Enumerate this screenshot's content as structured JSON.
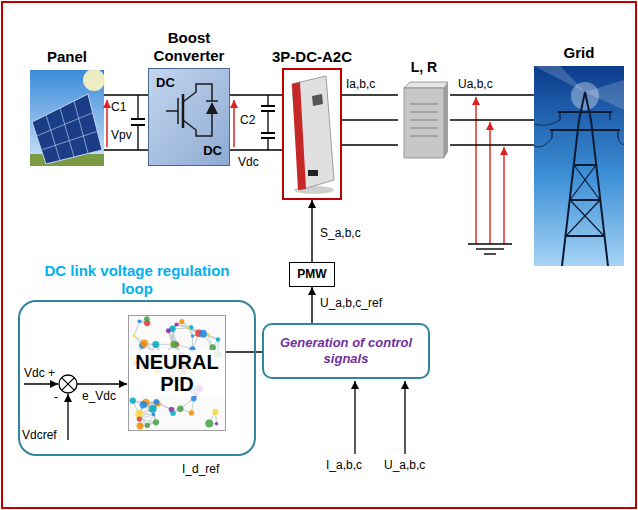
{
  "diagram": {
    "nodes": [
      {
        "text": [
          "Panel"
        ]
      },
      {
        "text": [
          "Boost Converter",
          "DC",
          "DC"
        ]
      },
      {
        "text": [
          "3P-DC-A2C"
        ]
      },
      {
        "text": [
          "L, R"
        ]
      },
      {
        "text": [
          "Grid"
        ]
      },
      {
        "text": [
          "PMW"
        ]
      },
      {
        "text": [
          "Generation of control signals"
        ]
      },
      {
        "text": [
          "DC link voltage regulation loop"
        ]
      },
      {
        "text": [
          "NEURAL PID"
        ],
        "in": 7
      }
    ],
    "edges": [
      {
        "from": 0,
        "to": 1,
        "arrow": "none"
      },
      {
        "from": 1,
        "to": 2,
        "arrow": "none"
      },
      {
        "from": 2,
        "to": 3,
        "arrow": "none",
        "label": "Ia,b,c"
      },
      {
        "from": 3,
        "to": 4,
        "arrow": "none",
        "label": "Ua,b,c"
      },
      {
        "from": 5,
        "to": 2,
        "arrow": "to",
        "label": "S_a,b,c"
      },
      {
        "from": 6,
        "to": 5,
        "arrow": "to",
        "label": "U_a,b,c_ref"
      },
      {
        "from": 8,
        "to": 6,
        "arrow": "none"
      }
    ],
    "labels": [
      "C1",
      "Vpv",
      "C2",
      "Vdc",
      "Vdc",
      "+",
      "-",
      "Vdcref",
      "e_Vdc",
      "I_d_ref",
      "I_a,b,c",
      "U_a,b,c"
    ]
  }
}
